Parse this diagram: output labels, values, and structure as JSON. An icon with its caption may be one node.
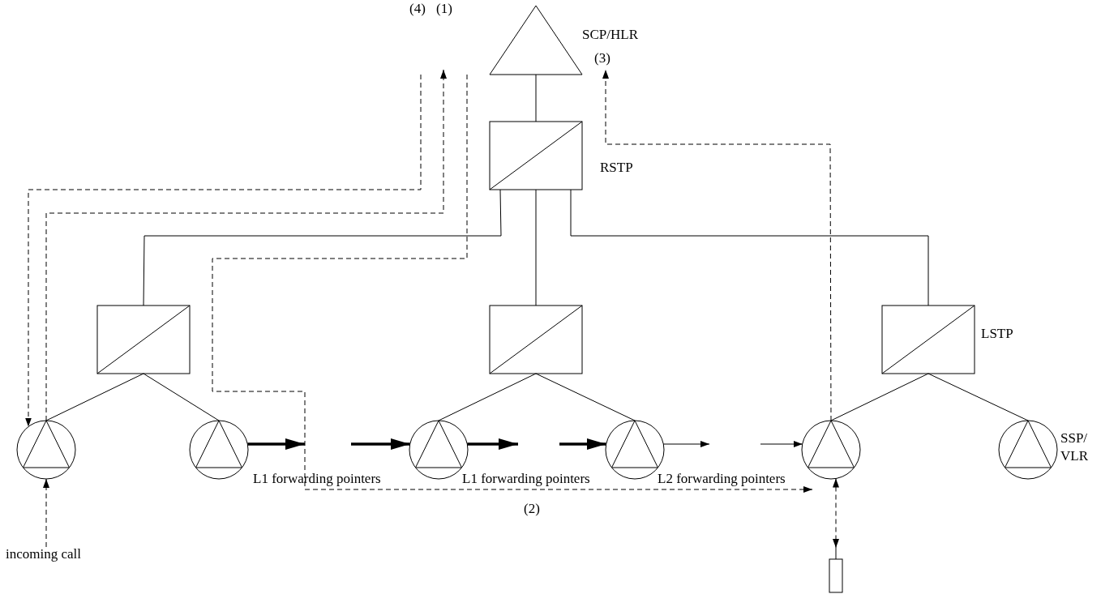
{
  "diagram": {
    "nodes": [
      {
        "text": [
          "SCP/HLR"
        ]
      },
      {
        "text": [
          "RSTP"
        ]
      },
      {
        "text": [],
        "shape": "box"
      },
      {
        "text": [],
        "shape": "box"
      },
      {
        "text": [
          "LSTP"
        ]
      },
      {
        "text": [],
        "shape": "circle"
      },
      {
        "text": [],
        "shape": "circle"
      },
      {
        "text": [],
        "shape": "circle"
      },
      {
        "text": [],
        "shape": "circle"
      },
      {
        "text": [],
        "shape": "circle"
      },
      {
        "text": [
          "SSP/ VLR"
        ]
      },
      {
        "text": [
          "incoming call"
        ]
      },
      {
        "text": [],
        "shape": "box"
      }
    ],
    "edges": [
      {
        "from": 0,
        "to": 1,
        "arrow": "none"
      },
      {
        "from": 1,
        "to": 2,
        "arrow": "none"
      },
      {
        "from": 1,
        "to": 3,
        "arrow": "none"
      },
      {
        "from": 1,
        "to": 4,
        "arrow": "none"
      },
      {
        "from": 2,
        "to": 5,
        "arrow": "none"
      },
      {
        "from": 2,
        "to": 6,
        "arrow": "none"
      },
      {
        "from": 3,
        "to": 7,
        "arrow": "none"
      },
      {
        "from": 3,
        "to": 8,
        "arrow": "none"
      },
      {
        "from": 4,
        "to": 9,
        "arrow": "none"
      },
      {
        "from": 4,
        "to": 10,
        "arrow": "none"
      },
      {
        "from": 11,
        "to": 5,
        "arrow": "to",
        "style": "dashed"
      },
      {
        "from": 5,
        "to": null,
        "arrow": "to",
        "style": "dashed",
        "label": "(1)"
      },
      {
        "from": null,
        "to": 5,
        "arrow": "to",
        "style": "dashed",
        "label": "(4)"
      },
      {
        "from": null,
        "to": 9,
        "arrow": "to",
        "style": "dashed",
        "label": "(2)"
      },
      {
        "from": 9,
        "to": 0,
        "arrow": "to",
        "style": "dashed",
        "label": "(3)"
      },
      {
        "from": 6,
        "to": null,
        "arrow": "to",
        "style": "thick"
      },
      {
        "from": null,
        "to": 7,
        "arrow": "to",
        "style": "thick"
      },
      {
        "from": 7,
        "to": null,
        "arrow": "to",
        "style": "thick"
      },
      {
        "from": null,
        "to": 8,
        "arrow": "to",
        "style": "thick"
      },
      {
        "from": 8,
        "to": null,
        "arrow": "to"
      },
      {
        "from": null,
        "to": 9,
        "arrow": "to"
      },
      {
        "from": 9,
        "to": 12,
        "arrow": "both",
        "style": "dashed"
      }
    ],
    "labels": [
      "L1 forwarding pointers",
      "L1 forwarding pointers",
      "L2 forwarding pointers"
    ]
  }
}
